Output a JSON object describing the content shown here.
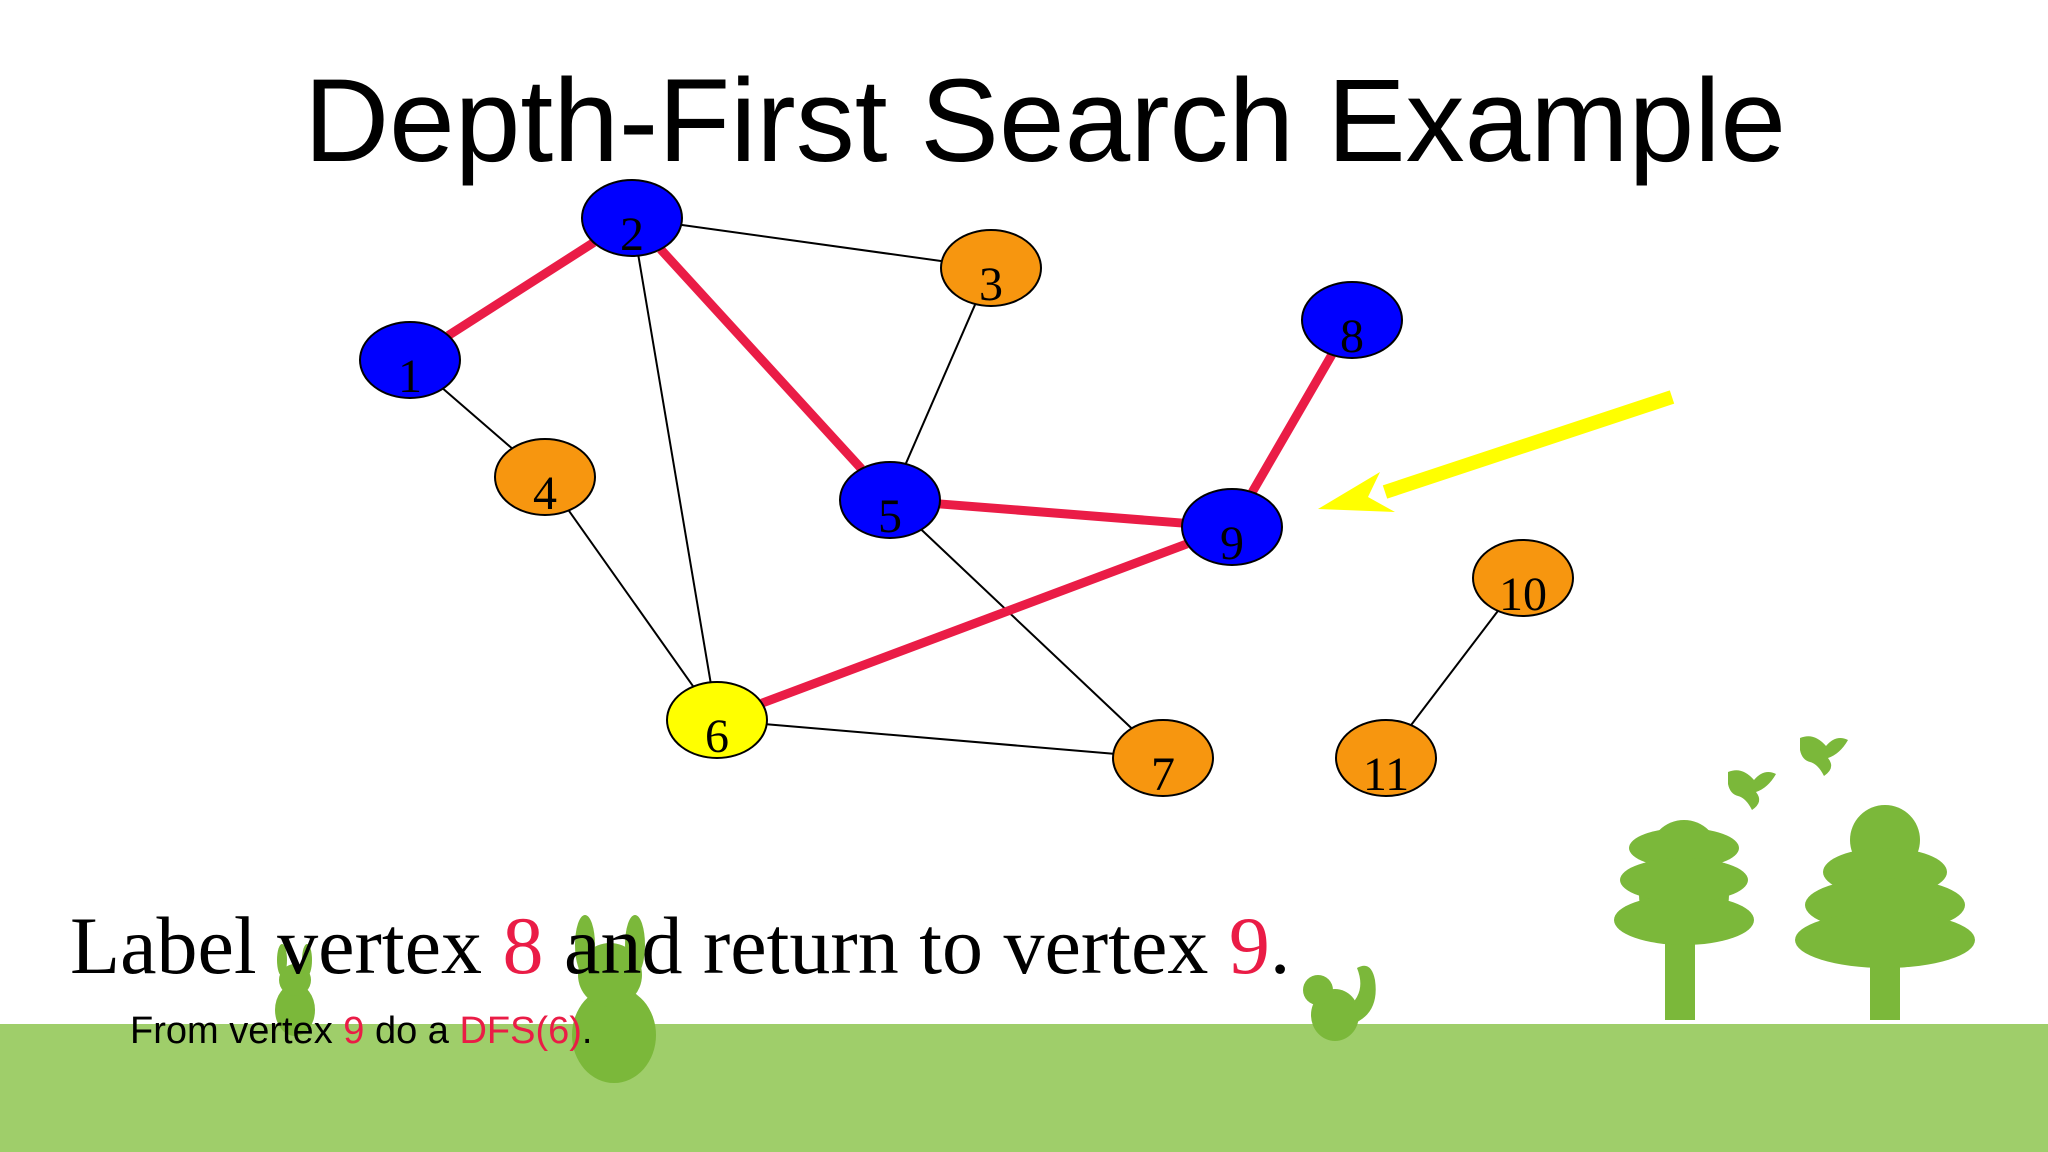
{
  "title": "Depth-First Search Example",
  "caption": {
    "text_a": "Label vertex ",
    "vertex_a": "8",
    "text_b": " and return to vertex ",
    "vertex_b": "9",
    "text_c": "."
  },
  "subcaption": {
    "text_a": "From vertex ",
    "vertex": "9",
    "text_b": " do a ",
    "call": "DFS(6)",
    "text_c": "."
  },
  "colors": {
    "visited": "#0000ff",
    "unvisited": "#f7960f",
    "current": "#ffff00",
    "tree_edge": "#ea1c46",
    "arrow": "#ffff00",
    "grass": "#9fce6a",
    "decor": "#7bb83a"
  },
  "graph": {
    "vertices": [
      {
        "id": "1",
        "state": "visited"
      },
      {
        "id": "2",
        "state": "visited"
      },
      {
        "id": "3",
        "state": "unvisited"
      },
      {
        "id": "4",
        "state": "unvisited"
      },
      {
        "id": "5",
        "state": "visited"
      },
      {
        "id": "6",
        "state": "current"
      },
      {
        "id": "7",
        "state": "unvisited"
      },
      {
        "id": "8",
        "state": "visited"
      },
      {
        "id": "9",
        "state": "visited"
      },
      {
        "id": "10",
        "state": "unvisited"
      },
      {
        "id": "11",
        "state": "unvisited"
      }
    ],
    "edges": [
      {
        "from": "1",
        "to": "2",
        "tree": true
      },
      {
        "from": "2",
        "to": "5",
        "tree": true
      },
      {
        "from": "5",
        "to": "9",
        "tree": true
      },
      {
        "from": "9",
        "to": "8",
        "tree": true
      },
      {
        "from": "9",
        "to": "6",
        "tree": true
      },
      {
        "from": "2",
        "to": "3",
        "tree": false
      },
      {
        "from": "3",
        "to": "5",
        "tree": false
      },
      {
        "from": "1",
        "to": "4",
        "tree": false
      },
      {
        "from": "4",
        "to": "6",
        "tree": false
      },
      {
        "from": "2",
        "to": "6",
        "tree": false
      },
      {
        "from": "5",
        "to": "7",
        "tree": false
      },
      {
        "from": "6",
        "to": "7",
        "tree": false
      },
      {
        "from": "10",
        "to": "11",
        "tree": false
      }
    ],
    "pointer_target": "9"
  }
}
